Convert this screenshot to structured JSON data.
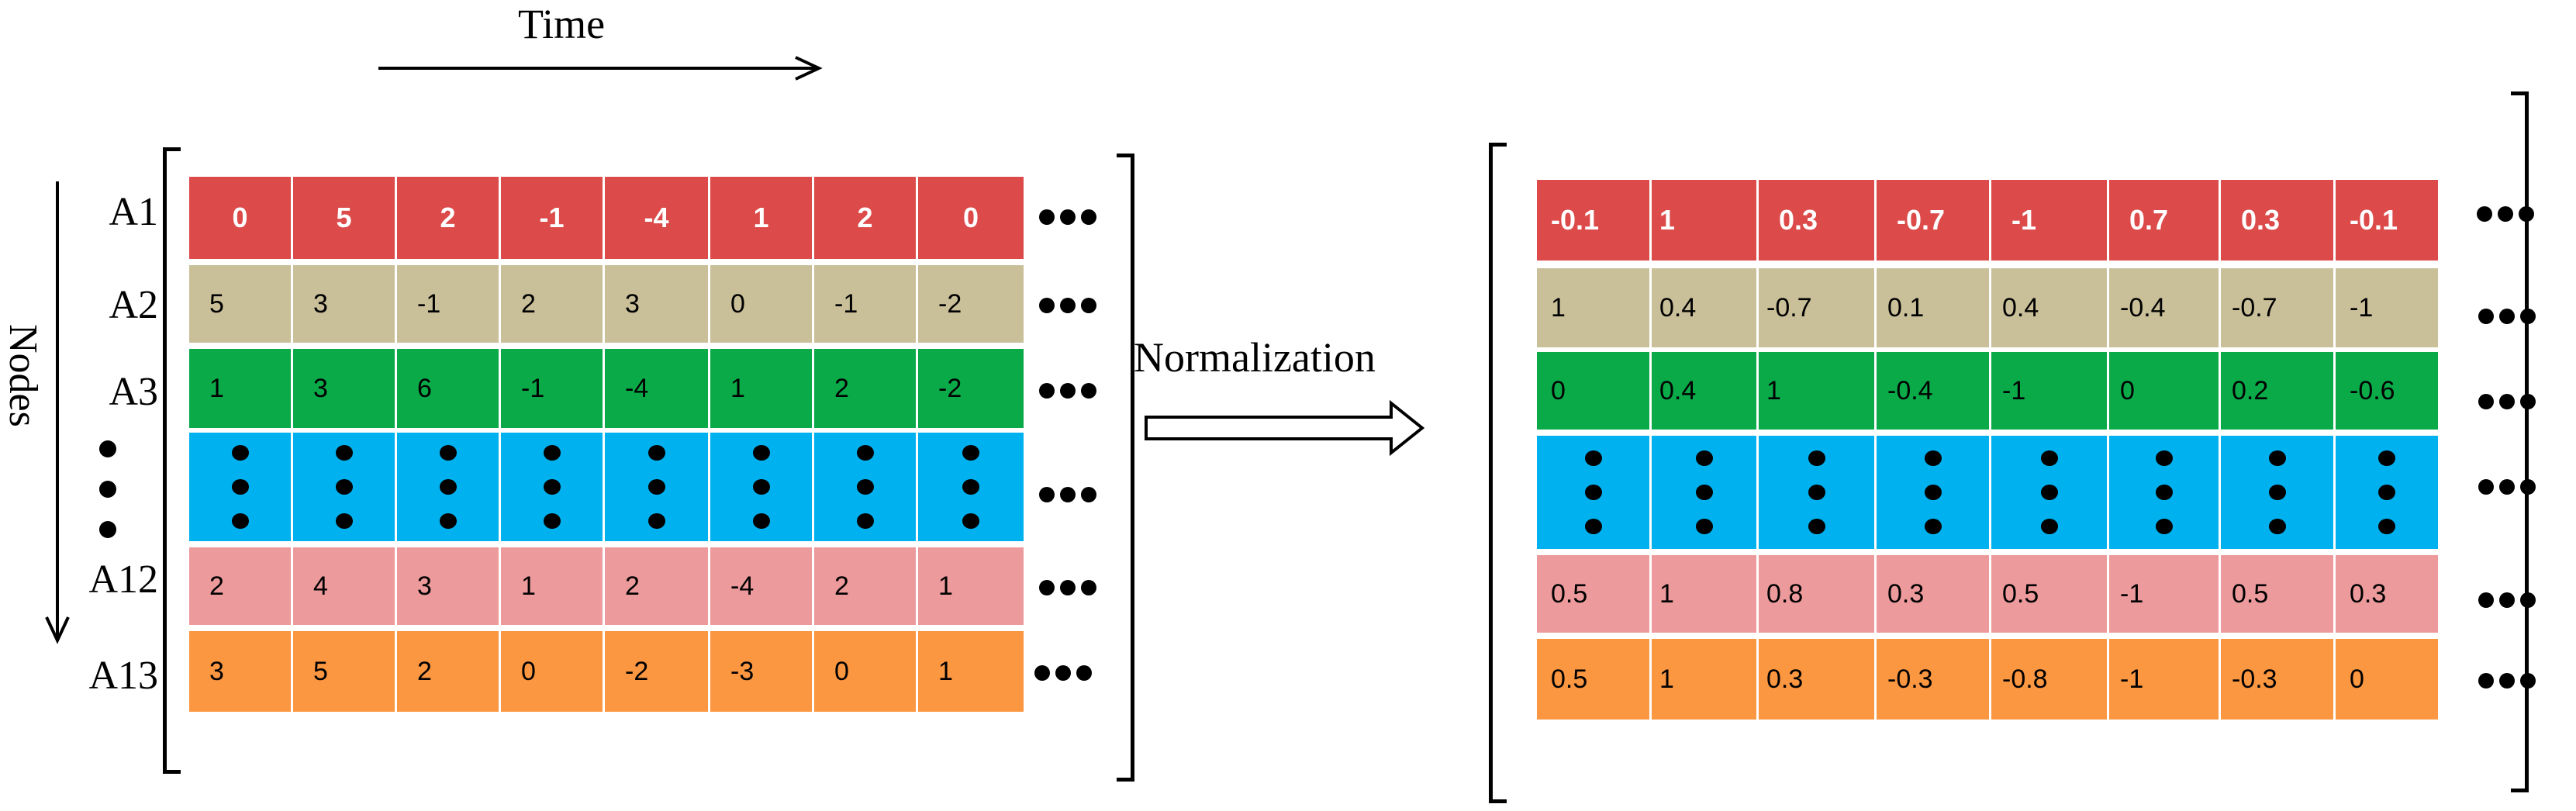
{
  "labels": {
    "time": "Time",
    "nodes": "Nodes",
    "normalization": "Normalization"
  },
  "row_names": [
    "A1",
    "A2",
    "A3",
    "A12",
    "A13"
  ],
  "colors": {
    "red": "#dc4a4a",
    "tan": "#c9bf98",
    "green": "#0aaa49",
    "blue": "#00b1ef",
    "pink": "#ec9a9b",
    "orange": "#fb9641"
  },
  "raw_matrix": [
    [
      "0",
      "5",
      "2",
      "-1",
      "-4",
      "1",
      "2",
      "0"
    ],
    [
      "5",
      "3",
      "-1",
      "2",
      "3",
      "0",
      "-1",
      "-2"
    ],
    [
      "1",
      "3",
      "6",
      "-1",
      "-4",
      "1",
      "2",
      "-2"
    ],
    [
      "2",
      "4",
      "3",
      "1",
      "2",
      "-4",
      "2",
      "1"
    ],
    [
      "3",
      "5",
      "2",
      "0",
      "-2",
      "-3",
      "0",
      "1"
    ]
  ],
  "normalized_matrix": [
    [
      "-0.1",
      "1",
      "0.3",
      "-0.7",
      "-1",
      "0.7",
      "0.3",
      "-0.1"
    ],
    [
      "1",
      "0.4",
      "-0.7",
      "0.1",
      "0.4",
      "-0.4",
      "-0.7",
      "-1"
    ],
    [
      "0",
      "0.4",
      "1",
      "-0.4",
      "-1",
      "0",
      "0.2",
      "-0.6"
    ],
    [
      "0.5",
      "1",
      "0.8",
      "0.3",
      "0.5",
      "-1",
      "0.5",
      "0.3"
    ],
    [
      "0.5",
      "1",
      "0.3",
      "-0.3",
      "-0.8",
      "-1",
      "-0.3",
      "0"
    ]
  ]
}
